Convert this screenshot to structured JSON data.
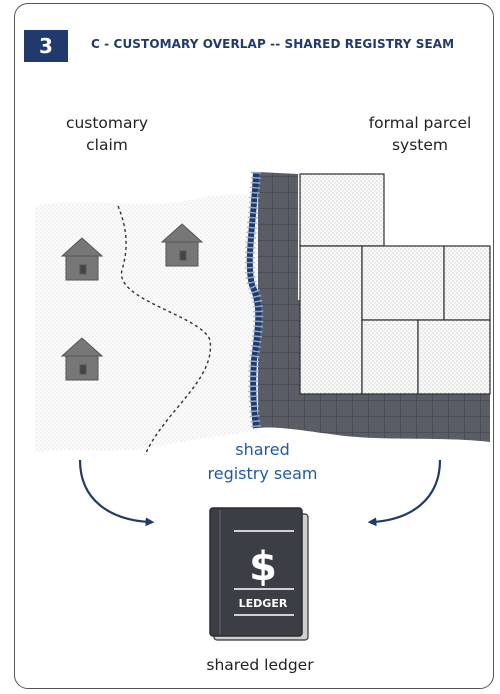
{
  "panel": {
    "number": "3",
    "title": "C - CUSTOMARY OVERLAP -- SHARED REGISTRY SEAM"
  },
  "labels": {
    "customary_line1": "customary",
    "customary_line2": "claim",
    "formal_line1": "formal parcel",
    "formal_line2": "system",
    "seam_line1": "shared",
    "seam_line2": "registry seam",
    "ledger_caption": "shared ledger",
    "book_text": "LEDGER",
    "book_symbol": "$"
  },
  "colors": {
    "accent_navy": "#1f3a6b",
    "seam_blue": "#1f5aa8",
    "dark_gray": "#4a4d55",
    "house_gray": "#777777"
  },
  "icons": [
    "house-icon",
    "house-icon",
    "house-icon",
    "ledger-book-icon",
    "curved-arrow-icon",
    "curved-arrow-icon"
  ]
}
